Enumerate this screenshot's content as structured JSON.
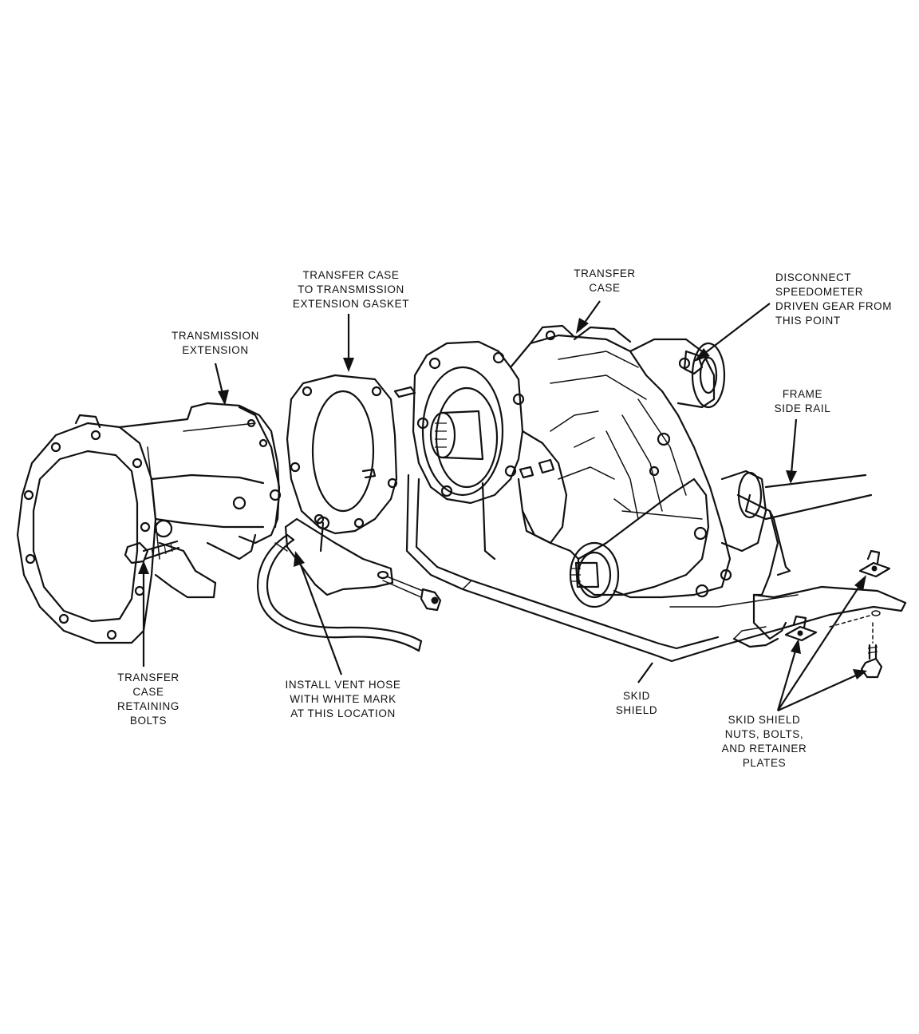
{
  "labels": {
    "gasket": [
      "TRANSFER CASE",
      "TO TRANSMISSION",
      "EXTENSION GASKET"
    ],
    "transfer_case": [
      "TRANSFER",
      "CASE"
    ],
    "speedometer": [
      "DISCONNECT",
      "SPEEDOMETER",
      "DRIVEN GEAR FROM",
      "THIS POINT"
    ],
    "transmission_extension": [
      "TRANSMISSION",
      "EXTENSION"
    ],
    "frame_side_rail": [
      "FRAME",
      "SIDE RAIL"
    ],
    "retaining_bolts": [
      "TRANSFER",
      "CASE",
      "RETAINING",
      "BOLTS"
    ],
    "vent_hose": [
      "INSTALL VENT HOSE",
      "WITH WHITE MARK",
      "AT THIS LOCATION"
    ],
    "skid_shield": [
      "SKID",
      "SHIELD"
    ],
    "skid_hardware": [
      "SKID SHIELD",
      "NUTS, BOLTS,",
      "AND RETAINER",
      "PLATES"
    ]
  }
}
